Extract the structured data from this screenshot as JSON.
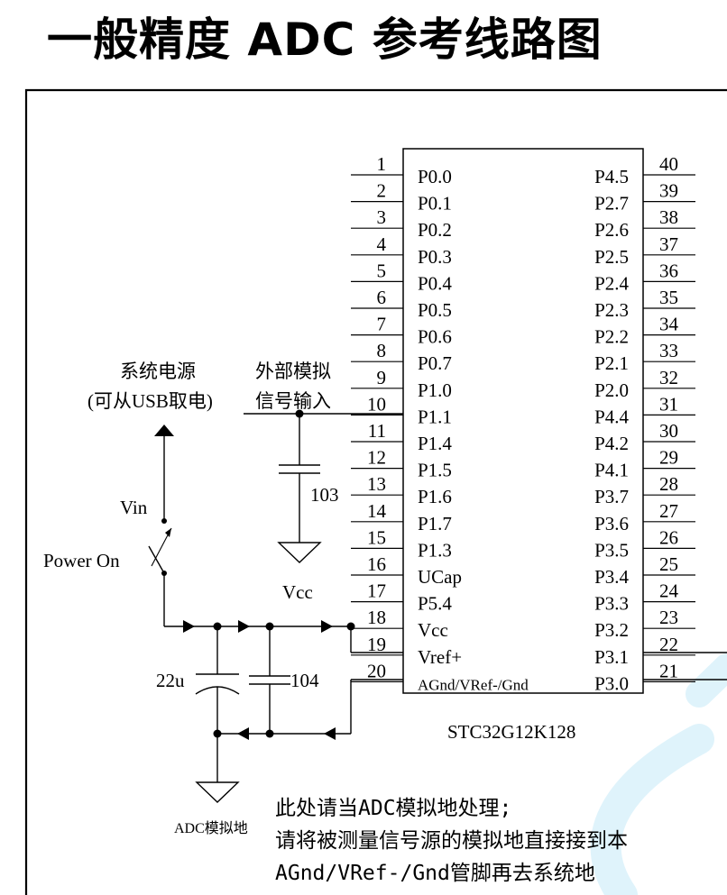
{
  "title": "一般精度 ADC 参考线路图",
  "chip": {
    "name": "STC32G12K128",
    "left_pins": [
      {
        "num": "1",
        "label": "P0.0"
      },
      {
        "num": "2",
        "label": "P0.1"
      },
      {
        "num": "3",
        "label": "P0.2"
      },
      {
        "num": "4",
        "label": "P0.3"
      },
      {
        "num": "5",
        "label": "P0.4"
      },
      {
        "num": "6",
        "label": "P0.5"
      },
      {
        "num": "7",
        "label": "P0.6"
      },
      {
        "num": "8",
        "label": "P0.7"
      },
      {
        "num": "9",
        "label": "P1.0"
      },
      {
        "num": "10",
        "label": "P1.1"
      },
      {
        "num": "11",
        "label": "P1.4"
      },
      {
        "num": "12",
        "label": "P1.5"
      },
      {
        "num": "13",
        "label": "P1.6"
      },
      {
        "num": "14",
        "label": "P1.7"
      },
      {
        "num": "15",
        "label": "P1.3"
      },
      {
        "num": "16",
        "label": "UCap"
      },
      {
        "num": "17",
        "label": "P5.4"
      },
      {
        "num": "18",
        "label": "Vcc"
      },
      {
        "num": "19",
        "label": "Vref+"
      },
      {
        "num": "20",
        "label": "AGnd/VRef-/Gnd"
      }
    ],
    "right_pins": [
      {
        "num": "40",
        "label": "P4.5"
      },
      {
        "num": "39",
        "label": "P2.7"
      },
      {
        "num": "38",
        "label": "P2.6"
      },
      {
        "num": "37",
        "label": "P2.5"
      },
      {
        "num": "36",
        "label": "P2.4"
      },
      {
        "num": "35",
        "label": "P2.3"
      },
      {
        "num": "34",
        "label": "P2.2"
      },
      {
        "num": "33",
        "label": "P2.1"
      },
      {
        "num": "32",
        "label": "P2.0"
      },
      {
        "num": "31",
        "label": "P4.4"
      },
      {
        "num": "30",
        "label": "P4.2"
      },
      {
        "num": "29",
        "label": "P4.1"
      },
      {
        "num": "28",
        "label": "P3.7"
      },
      {
        "num": "27",
        "label": "P3.6"
      },
      {
        "num": "26",
        "label": "P3.5"
      },
      {
        "num": "25",
        "label": "P3.4"
      },
      {
        "num": "24",
        "label": "P3.3"
      },
      {
        "num": "23",
        "label": "P3.2"
      },
      {
        "num": "22",
        "label": "P3.1"
      },
      {
        "num": "21",
        "label": "P3.0"
      }
    ]
  },
  "labels": {
    "power_source_line1": "系统电源",
    "power_source_line2": "(可从USB取电)",
    "ext_signal_line1": "外部模拟",
    "ext_signal_line2": "信号输入",
    "cap_103": "103",
    "vin": "Vin",
    "power_on": "Power On",
    "vcc": "Vcc",
    "cap_22u": "22u",
    "cap_104": "104",
    "adc_ground": "ADC模拟地"
  },
  "note": {
    "line1": "此处请当ADC模拟地处理;",
    "line2": "请将被测量信号源的模拟地直接接到本",
    "line3": "AGnd/VRef-/Gnd管脚再去系统地"
  },
  "colors": {
    "line": "#000000",
    "watermark": "#dff3fb"
  }
}
